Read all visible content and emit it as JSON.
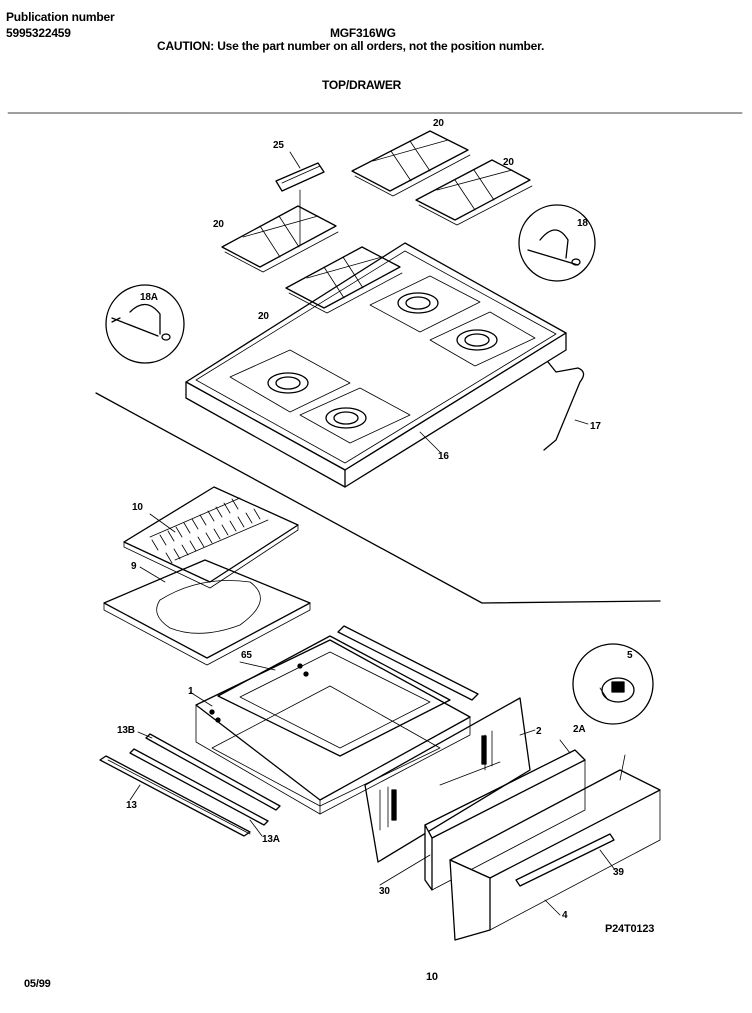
{
  "header": {
    "publication_label": "Publication number",
    "publication_number": "5995322459",
    "model": "MGF316WG",
    "caution": "CAUTION:  Use the part number on all orders, not the position number.",
    "section_title": "TOP/DRAWER"
  },
  "callouts": {
    "c25": "25",
    "c20a": "20",
    "c20b": "20",
    "c20c": "20",
    "c20d": "20",
    "c18": "18",
    "c18a": "18A",
    "c17": "17",
    "c16": "16",
    "c10": "10",
    "c9": "9",
    "c65": "65",
    "c1": "1",
    "c13b": "13B",
    "c13": "13",
    "c13a": "13A",
    "c5": "5",
    "c2": "2",
    "c2a": "2A",
    "c30": "30",
    "c39": "39",
    "c4": "4"
  },
  "footer": {
    "drawing_id": "P24T0123",
    "date": "05/99",
    "page": "10"
  }
}
